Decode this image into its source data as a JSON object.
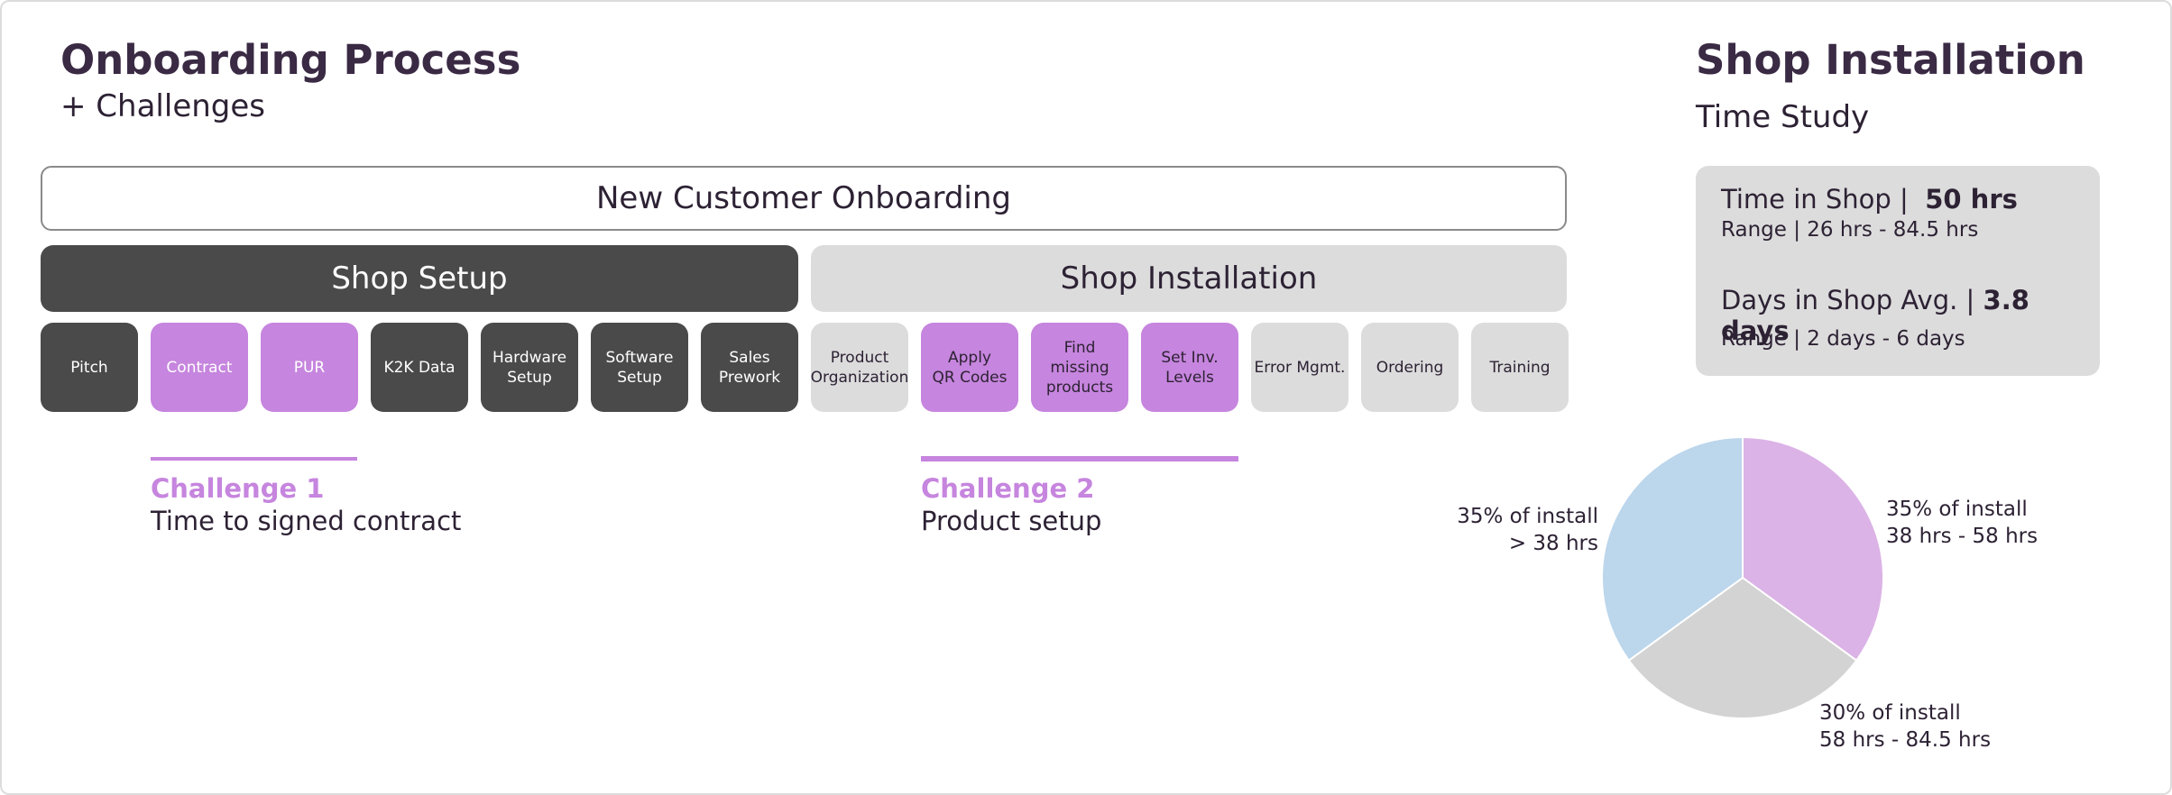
{
  "left": {
    "title": "Onboarding Process",
    "subtitle": "+ Challenges",
    "banner": "New Customer Onboarding",
    "phases": {
      "setup": "Shop Setup",
      "installation": "Shop Installation"
    },
    "steps": [
      {
        "label": "Pitch"
      },
      {
        "label": "Contract"
      },
      {
        "label": "PUR"
      },
      {
        "label": "K2K Data"
      },
      {
        "label": "Hardware\nSetup"
      },
      {
        "label": "Software\nSetup"
      },
      {
        "label": "Sales\nPrework"
      },
      {
        "label": "Product\nOrganization"
      },
      {
        "label": "Apply\nQR Codes"
      },
      {
        "label": "Find missing\nproducts"
      },
      {
        "label": "Set Inv.\nLevels"
      },
      {
        "label": "Error Mgmt."
      },
      {
        "label": "Ordering"
      },
      {
        "label": "Training"
      }
    ],
    "challenges": [
      {
        "title": "Challenge 1",
        "text": "Time to signed contract"
      },
      {
        "title": "Challenge 2",
        "text": "Product setup"
      }
    ]
  },
  "right": {
    "title": "Shop Installation",
    "subtitle": "Time Study",
    "stats": {
      "time_label": "Time in Shop |",
      "time_value": "50 hrs",
      "time_range": "Range | 26 hrs - 84.5 hrs",
      "days_label": "Days in Shop Avg. |",
      "days_value": "3.8 days",
      "days_range": "Range | 2 days - 6 days"
    },
    "pie_labels": [
      {
        "text": "35% of install\n38 hrs - 58 hrs"
      },
      {
        "text": "30% of install\n58 hrs - 84.5 hrs"
      },
      {
        "text": "35% of install\n> 38 hrs"
      }
    ]
  },
  "colors": {
    "accent": "#c685de",
    "dark": "#4a4a4a",
    "light": "#dcdcdc",
    "pie_purple": "#dbb3e6",
    "pie_gray": "#d3d3d3",
    "pie_blue": "#bcd6ec"
  },
  "chart_data": {
    "type": "pie",
    "title": "",
    "slices": [
      {
        "label": "35% of install 38 hrs - 58 hrs",
        "value": 35,
        "color": "#dbb3e6"
      },
      {
        "label": "30% of install 58 hrs - 84.5 hrs",
        "value": 30,
        "color": "#d3d3d3"
      },
      {
        "label": "35% of install > 38 hrs",
        "value": 35,
        "color": "#bcd6ec"
      }
    ],
    "start_angle": "12 o'clock",
    "direction": "clockwise"
  }
}
